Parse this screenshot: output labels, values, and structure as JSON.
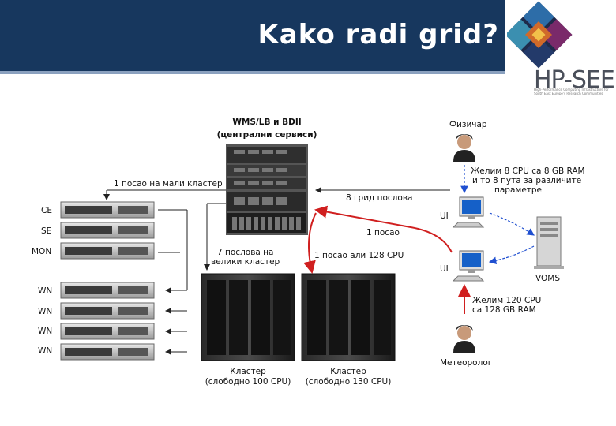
{
  "slide": {
    "title": "Kako radi grid?"
  },
  "logo": {
    "name": "HP-SEE",
    "tagline": "High-Performance Computing Infrastructure for South East Europe's Research Communities"
  },
  "diagram": {
    "central": {
      "line1": "WMS/LB и BDII",
      "line2": "(централни сервиси)"
    },
    "small_cluster_label": "1 посао на мали кластер",
    "grid_jobs_label": "8 грид послова",
    "one_job_label": "1 посао",
    "big_cluster_label": [
      "7 послова на",
      "велики кластер"
    ],
    "big_job_label": "1 посао али 128 CPU",
    "server_labels": [
      "CE",
      "SE",
      "MON"
    ],
    "wn_labels": [
      "WN",
      "WN",
      "WN",
      "WN"
    ],
    "physicist": "Физичар",
    "physicist_request": [
      "Желим 8 CPU са 8 GB RAM",
      "и то 8 пута за различите",
      "параметре"
    ],
    "meteorologist": "Метеоролог",
    "meteorologist_request": [
      "Желим 120 CPU",
      "са 128 GB RAM"
    ],
    "ui_labels": [
      "UI",
      "UI"
    ],
    "voms": "VOMS",
    "cluster1": [
      "Кластер",
      "(слободно 100 CPU)"
    ],
    "cluster2": [
      "Кластер",
      "(слободно 130 CPU)"
    ]
  }
}
